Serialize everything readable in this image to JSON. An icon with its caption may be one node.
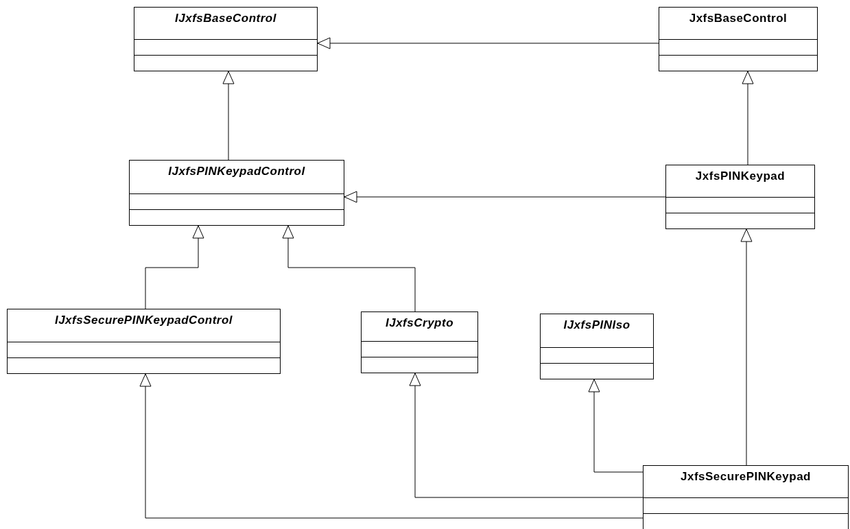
{
  "diagram": {
    "nodes": [
      {
        "text": [
          "IJxfsBaseControl"
        ]
      },
      {
        "text": [
          "JxfsBaseControl"
        ]
      },
      {
        "text": [
          "IJxfsPINKeypadControl"
        ]
      },
      {
        "text": [
          "JxfsPINKeypad"
        ]
      },
      {
        "text": [
          "IJxfsSecurePINKeypadControl"
        ]
      },
      {
        "text": [
          "IJxfsCrypto"
        ]
      },
      {
        "text": [
          "IJxfsPINIso"
        ]
      },
      {
        "text": [
          "JxfsSecurePINKeypad"
        ]
      }
    ],
    "edges": [
      {
        "from": 1,
        "to": 0,
        "arrow": "to"
      },
      {
        "from": 2,
        "to": 0,
        "arrow": "to"
      },
      {
        "from": 3,
        "to": 1,
        "arrow": "to"
      },
      {
        "from": 3,
        "to": 2,
        "arrow": "to"
      },
      {
        "from": 4,
        "to": 2,
        "arrow": "to"
      },
      {
        "from": 5,
        "to": 2,
        "arrow": "to"
      },
      {
        "from": 7,
        "to": 3,
        "arrow": "to"
      },
      {
        "from": 7,
        "to": 6,
        "arrow": "to"
      },
      {
        "from": 7,
        "to": 5,
        "arrow": "to"
      },
      {
        "from": 7,
        "to": 4,
        "arrow": "to"
      }
    ]
  }
}
